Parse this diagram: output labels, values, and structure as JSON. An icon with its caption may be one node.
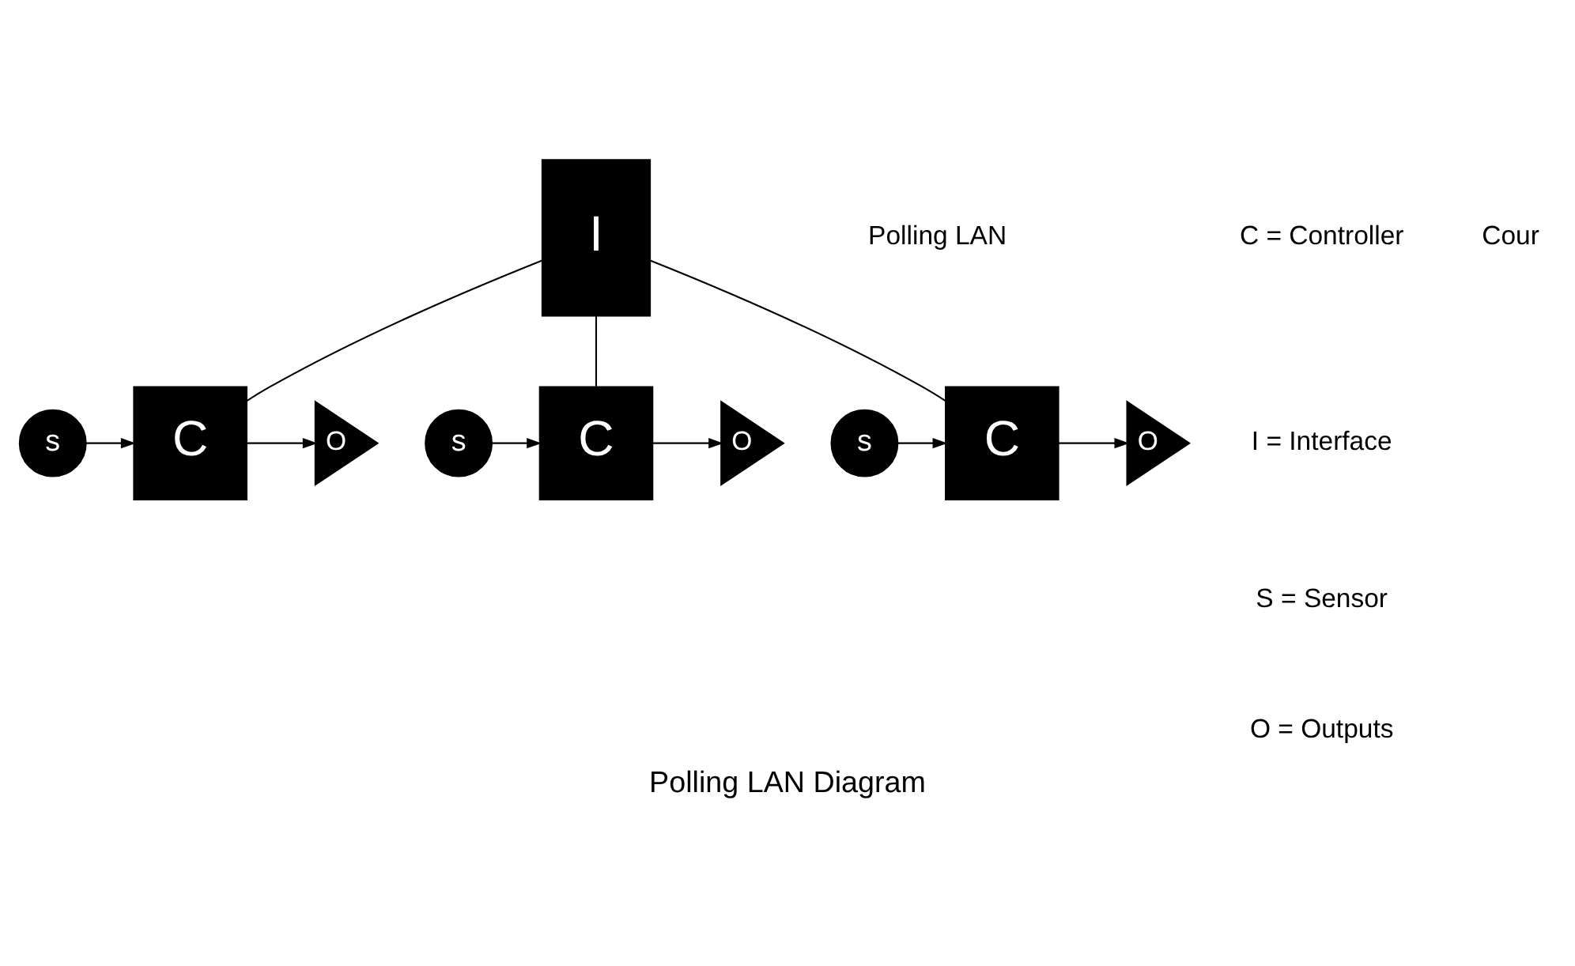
{
  "diagram": {
    "caption": "Polling LAN Diagram",
    "nodes": [
      {
        "text": [
          "I"
        ]
      },
      {
        "text": [
          "s"
        ]
      },
      {
        "text": [
          "C"
        ]
      },
      {
        "text": [
          "O"
        ]
      },
      {
        "text": [
          "s"
        ]
      },
      {
        "text": [
          "C"
        ]
      },
      {
        "text": [
          "O"
        ]
      },
      {
        "text": [
          "s"
        ]
      },
      {
        "text": [
          "C"
        ]
      },
      {
        "text": [
          "O"
        ]
      }
    ],
    "edges": [
      {
        "from": 0,
        "to": 2,
        "arrow": "none"
      },
      {
        "from": 0,
        "to": 5,
        "arrow": "none"
      },
      {
        "from": 0,
        "to": 8,
        "arrow": "none"
      },
      {
        "from": 1,
        "to": 2,
        "arrow": "to"
      },
      {
        "from": 2,
        "to": 3,
        "arrow": "to"
      },
      {
        "from": 4,
        "to": 5,
        "arrow": "to"
      },
      {
        "from": 5,
        "to": 6,
        "arrow": "to"
      },
      {
        "from": 7,
        "to": 8,
        "arrow": "to"
      },
      {
        "from": 8,
        "to": 9,
        "arrow": "to"
      }
    ],
    "labels": [
      "Polling LAN",
      "C = Controller",
      "I = Interface",
      "S = Sensor",
      "O = Outputs",
      "Cour"
    ]
  }
}
